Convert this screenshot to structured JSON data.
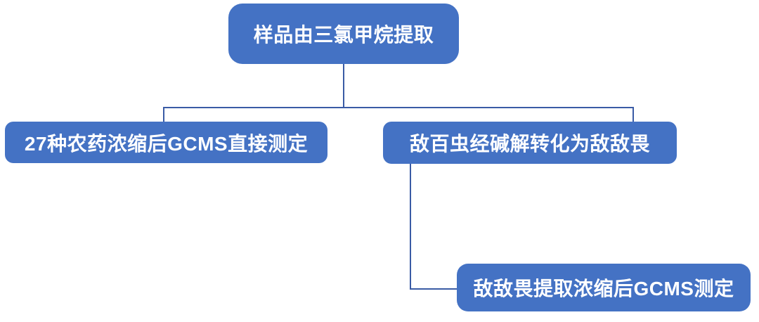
{
  "colors": {
    "node_fill": "#4472C4",
    "node_text": "#FFFFFF",
    "connector": "#3A5BA5",
    "background": "#FFFFFF"
  },
  "flowchart": {
    "nodes": [
      {
        "id": "root",
        "label": "样品由三氯甲烷提取"
      },
      {
        "id": "left-child",
        "label": "27种农药浓缩后GCMS直接测定"
      },
      {
        "id": "right-child",
        "label": "敌百虫经碱解转化为敌敌畏"
      },
      {
        "id": "right-grandchild",
        "label": "敌敌畏提取浓缩后GCMS测定"
      }
    ],
    "edges": [
      {
        "from": "root",
        "to": "left-child"
      },
      {
        "from": "root",
        "to": "right-child"
      },
      {
        "from": "right-child",
        "to": "right-grandchild"
      }
    ]
  }
}
